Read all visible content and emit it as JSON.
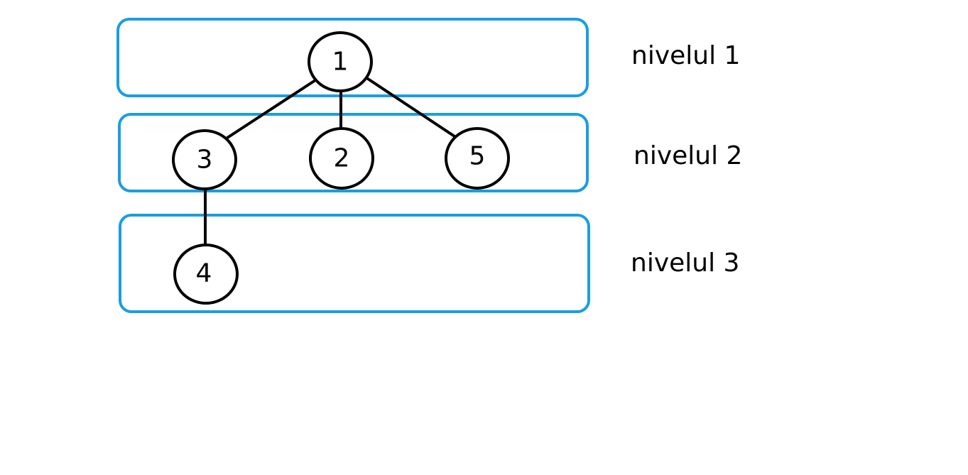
{
  "colors": {
    "level_box": "#1a9ee0",
    "edge": "#000000",
    "node_stroke": "#000000",
    "background": "#ffffff"
  },
  "levels": [
    {
      "label": "nivelul 1"
    },
    {
      "label": "nivelul 2"
    },
    {
      "label": "nivelul 3"
    }
  ],
  "nodes": [
    {
      "id": "1",
      "label": "1",
      "level": 1
    },
    {
      "id": "3",
      "label": "3",
      "level": 2
    },
    {
      "id": "2",
      "label": "2",
      "level": 2
    },
    {
      "id": "5",
      "label": "5",
      "level": 2
    },
    {
      "id": "4",
      "label": "4",
      "level": 3
    }
  ],
  "edges": [
    {
      "from": "1",
      "to": "3"
    },
    {
      "from": "1",
      "to": "2"
    },
    {
      "from": "1",
      "to": "5"
    },
    {
      "from": "3",
      "to": "4"
    }
  ]
}
